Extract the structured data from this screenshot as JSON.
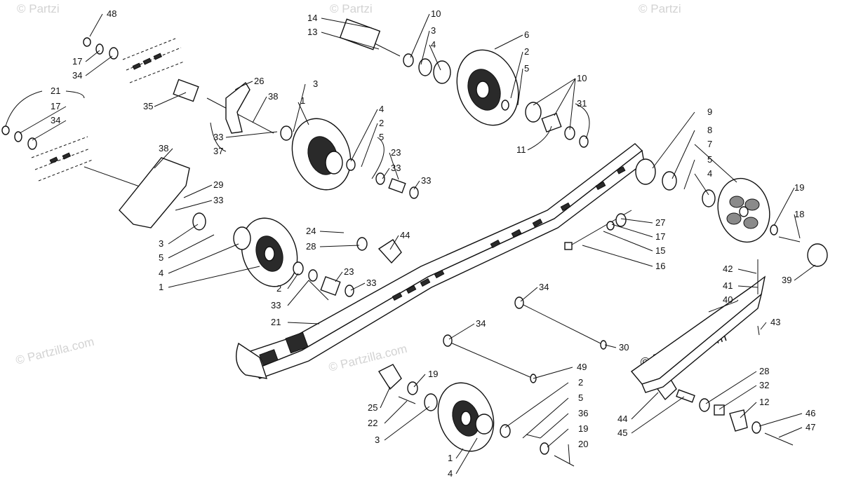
{
  "watermark": {
    "site": "© Partzilla.com",
    "site_short": "© Partzi"
  },
  "callouts": {
    "c48": "48",
    "c17a": "17",
    "c34a": "34",
    "c21a": "21",
    "c17b": "17",
    "c34b": "34",
    "c14": "14",
    "c13": "13",
    "c10a": "10",
    "c3a": "3",
    "c4a": "4",
    "c6": "6",
    "c2a": "2",
    "c5a": "5",
    "c10b": "10",
    "c31": "31",
    "c11": "11",
    "c26": "26",
    "c38a": "38",
    "c35": "35",
    "c33a": "33",
    "c37": "37",
    "c3b": "3",
    "c1a": "1",
    "c4b": "4",
    "c2b": "2",
    "c5b": "5",
    "c23a": "23",
    "c33b": "33",
    "c33c": "33",
    "c9": "9",
    "c8": "8",
    "c7": "7",
    "c5c": "5",
    "c4c": "4",
    "c19a": "19",
    "c18": "18",
    "c39": "39",
    "c27": "27",
    "c17c": "17",
    "c15": "15",
    "c16": "16",
    "c38b": "38",
    "c29": "29",
    "c33d": "33",
    "c3c": "3",
    "c5d": "5",
    "c4d": "4",
    "c1b": "1",
    "c24": "24",
    "c28a": "28",
    "c44a": "44",
    "c2c": "2",
    "c23b": "23",
    "c33e": "33",
    "c33f": "33",
    "c21b": "21",
    "c34c": "34",
    "c34d": "34",
    "c30": "30",
    "c42": "42",
    "c41": "41",
    "c40": "40",
    "c43": "43",
    "c49": "49",
    "c19b": "19",
    "c25": "25",
    "c22": "22",
    "c3d": "3",
    "c2d": "2",
    "c5e": "5",
    "c36": "36",
    "c19c": "19",
    "c20": "20",
    "c1c": "1",
    "c4e": "4",
    "c28b": "28",
    "c32": "32",
    "c12": "12",
    "c44b": "44",
    "c45": "45",
    "c46": "46",
    "c47": "47"
  }
}
